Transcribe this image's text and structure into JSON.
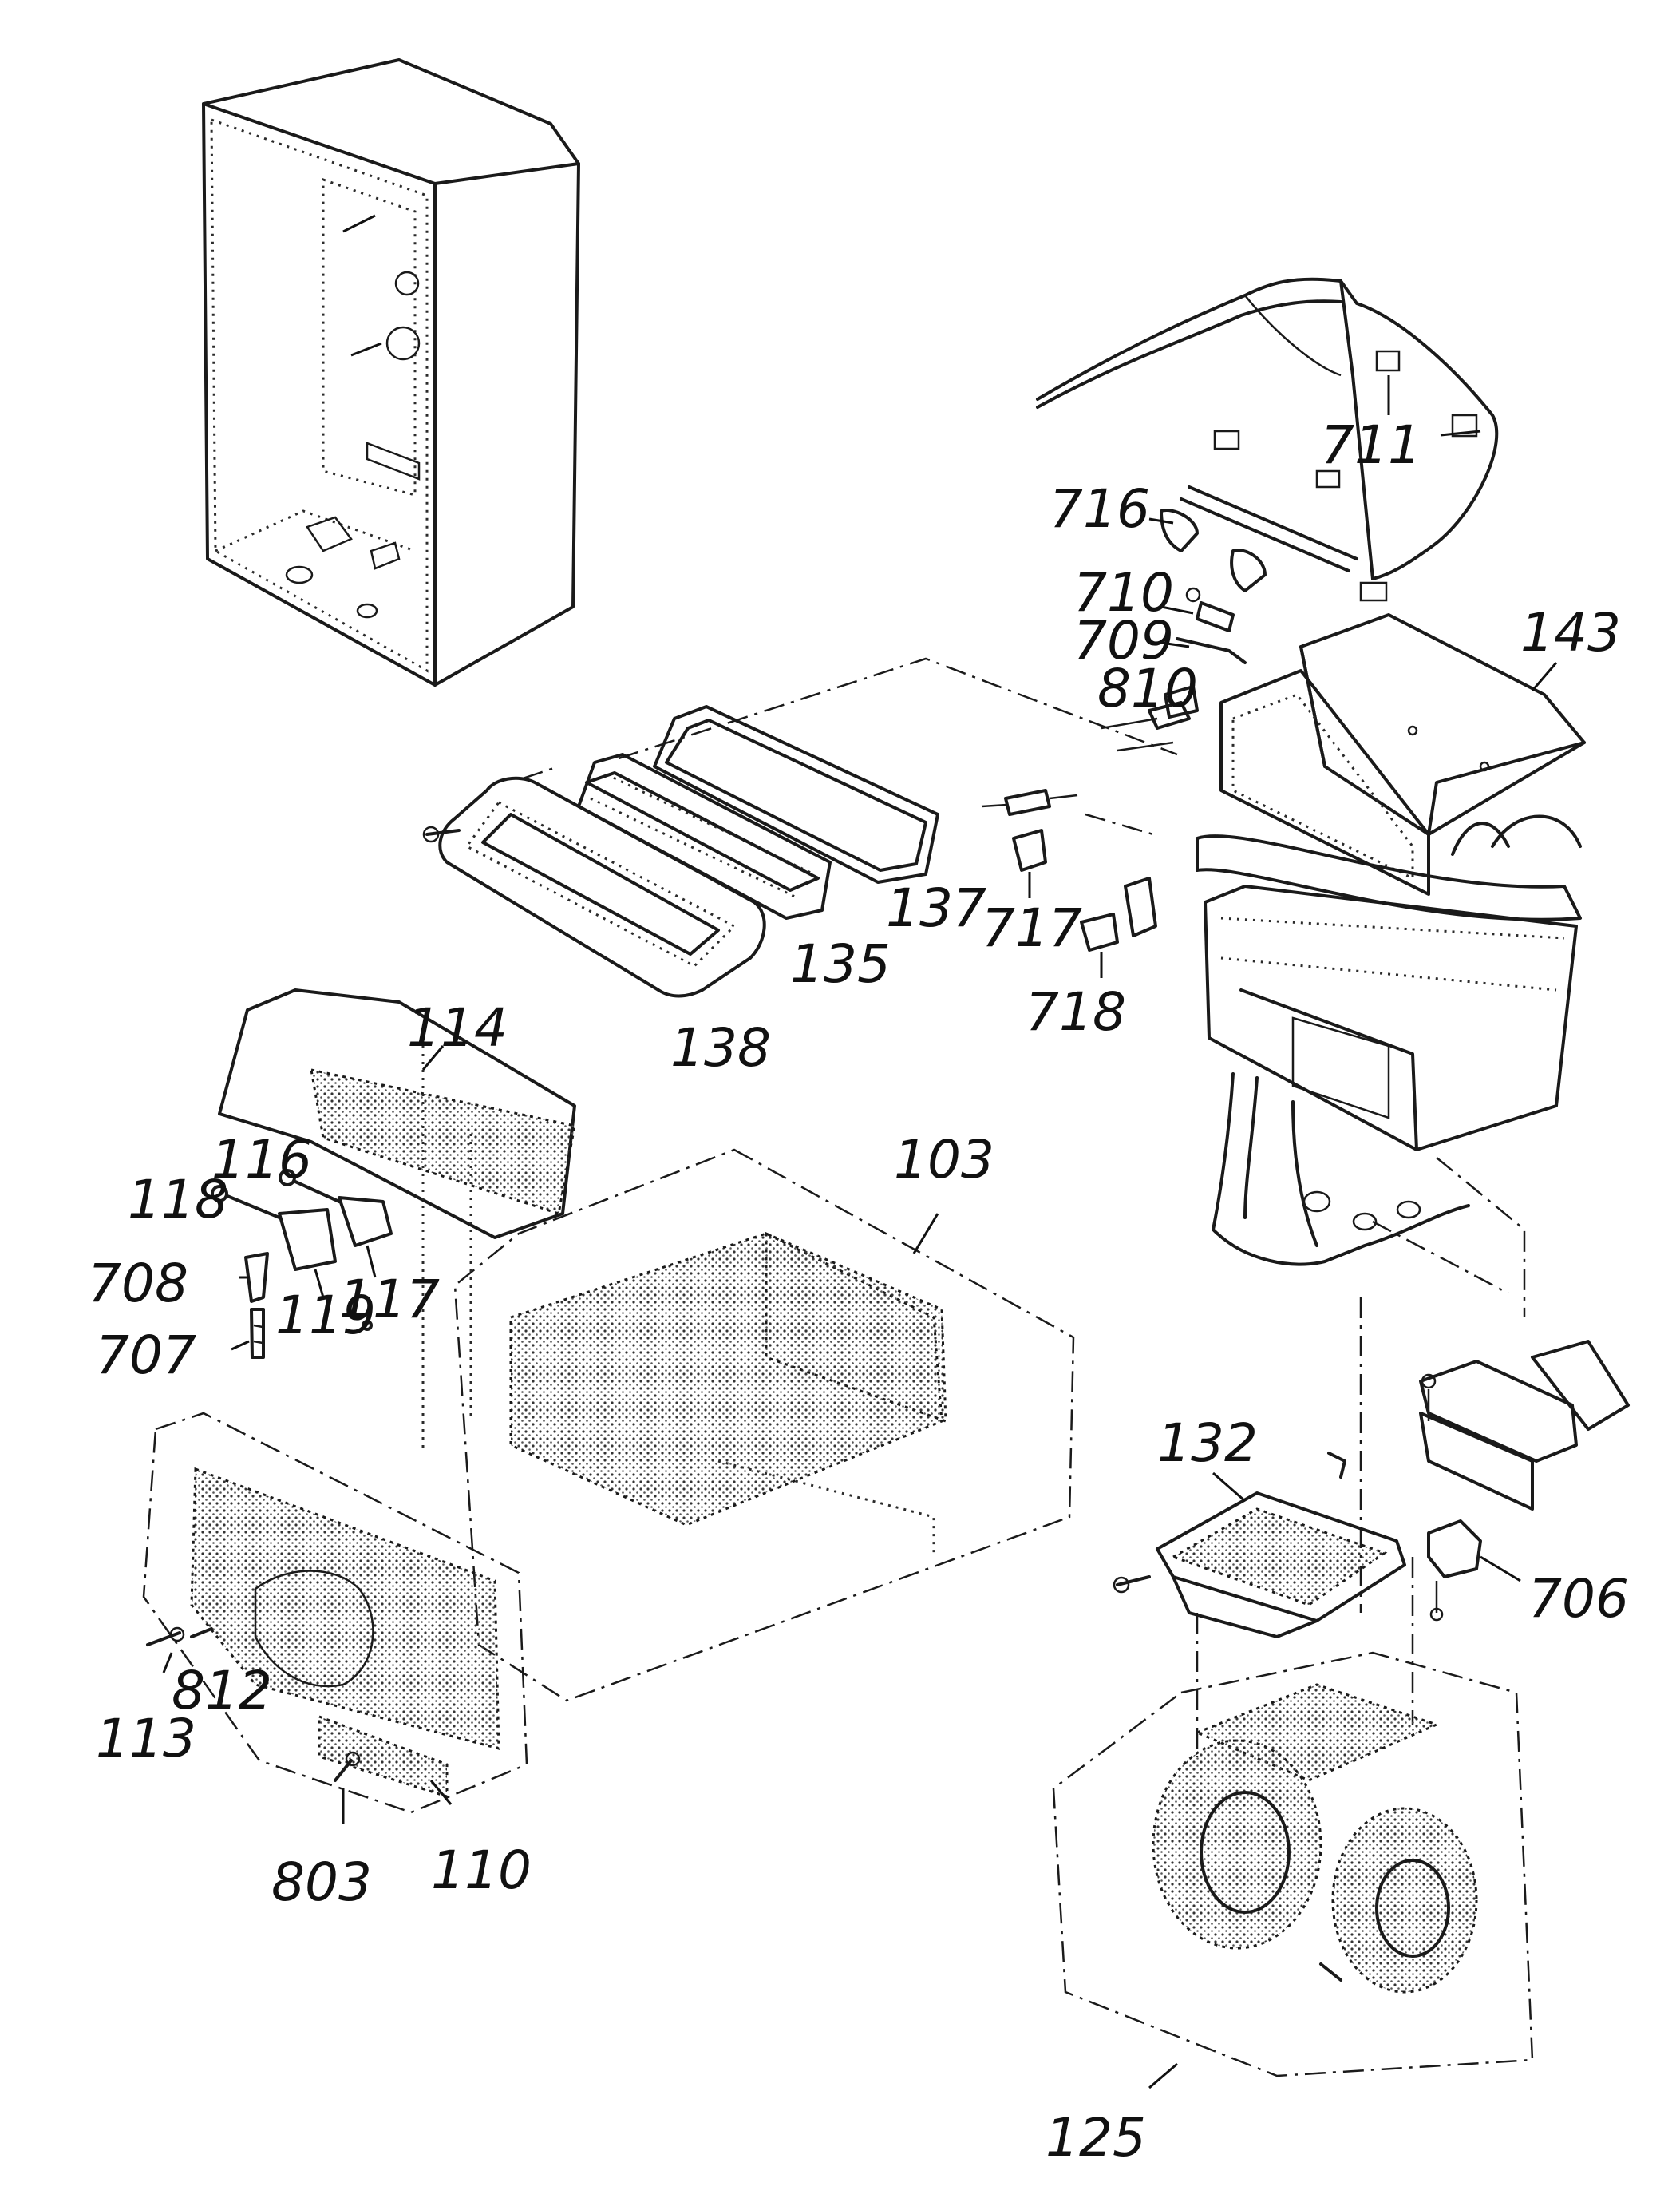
{
  "callouts": [
    {
      "label": "711"
    },
    {
      "label": "716"
    },
    {
      "label": "710"
    },
    {
      "label": "709"
    },
    {
      "label": "143"
    },
    {
      "label": "810"
    },
    {
      "label": "137"
    },
    {
      "label": "717"
    },
    {
      "label": "135"
    },
    {
      "label": "718"
    },
    {
      "label": "138"
    },
    {
      "label": "114"
    },
    {
      "label": "103"
    },
    {
      "label": "116"
    },
    {
      "label": "118"
    },
    {
      "label": "708"
    },
    {
      "label": "117"
    },
    {
      "label": "119"
    },
    {
      "label": "707"
    },
    {
      "label": "132"
    },
    {
      "label": "706"
    },
    {
      "label": "812"
    },
    {
      "label": "113"
    },
    {
      "label": "110"
    },
    {
      "label": "803"
    },
    {
      "label": "125"
    }
  ]
}
